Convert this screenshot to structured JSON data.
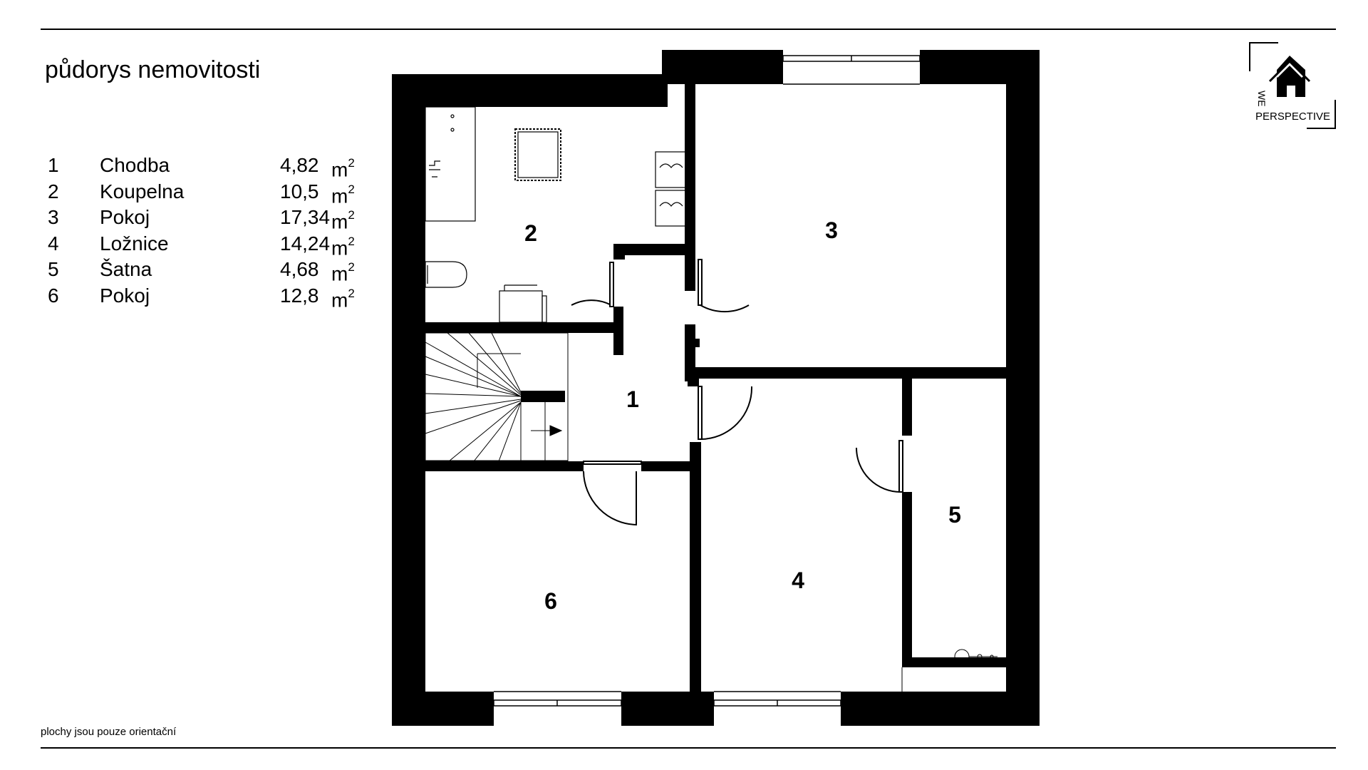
{
  "title": "půdorys nemovitosti",
  "rooms": [
    {
      "number": "1",
      "name": "Chodba",
      "area": "4,82",
      "unit": "m",
      "unit_exp": "2"
    },
    {
      "number": "2",
      "name": "Koupelna",
      "area": "10,5",
      "unit": "m",
      "unit_exp": "2"
    },
    {
      "number": "3",
      "name": "Pokoj",
      "area": "17,34",
      "unit": "m",
      "unit_exp": "2"
    },
    {
      "number": "4",
      "name": "Ložnice",
      "area": "14,24",
      "unit": "m",
      "unit_exp": "2"
    },
    {
      "number": "5",
      "name": "Šatna",
      "area": "4,68",
      "unit": "m",
      "unit_exp": "2"
    },
    {
      "number": "6",
      "name": "Pokoj",
      "area": "12,8",
      "unit": "m",
      "unit_exp": "2"
    }
  ],
  "footnote": "plochy jsou pouze orientační",
  "plan_labels": [
    "1",
    "2",
    "3",
    "4",
    "5",
    "6"
  ],
  "logo": {
    "line1": "WE",
    "line2": "PERSPECTIVE"
  },
  "colors": {
    "wall": "#000000",
    "background": "#ffffff",
    "line": "#000000"
  }
}
